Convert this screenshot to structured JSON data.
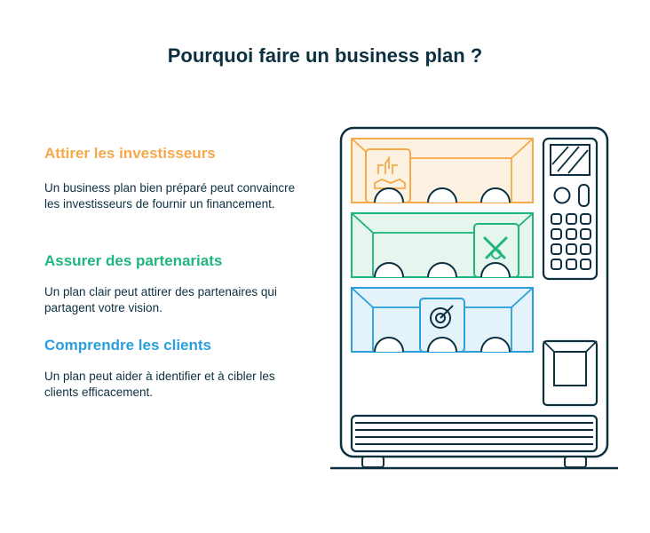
{
  "title": "Pourquoi faire un business plan ?",
  "sections": [
    {
      "heading": "Attirer les investisseurs",
      "text": "Un business plan bien préparé peut convaincre les investisseurs de fournir un financement.",
      "color": "#f5a94a"
    },
    {
      "heading": "Assurer des partenariats",
      "text": "Un plan clair peut attirer des partenaires qui partagent votre vision.",
      "color": "#1fb57d"
    },
    {
      "heading": "Comprendre les clients",
      "text": "Un plan peut aider à identifier et à cibler les clients efficacement.",
      "color": "#2a9fdc"
    }
  ],
  "illustration": {
    "name": "vending-machine",
    "colors": {
      "outline": "#0d3040",
      "orange": "#f5a94a",
      "green": "#1fb57d",
      "blue": "#2a9fdc"
    },
    "shelf_icons": [
      "handshake-icon",
      "tools-icon",
      "target-icon"
    ]
  }
}
